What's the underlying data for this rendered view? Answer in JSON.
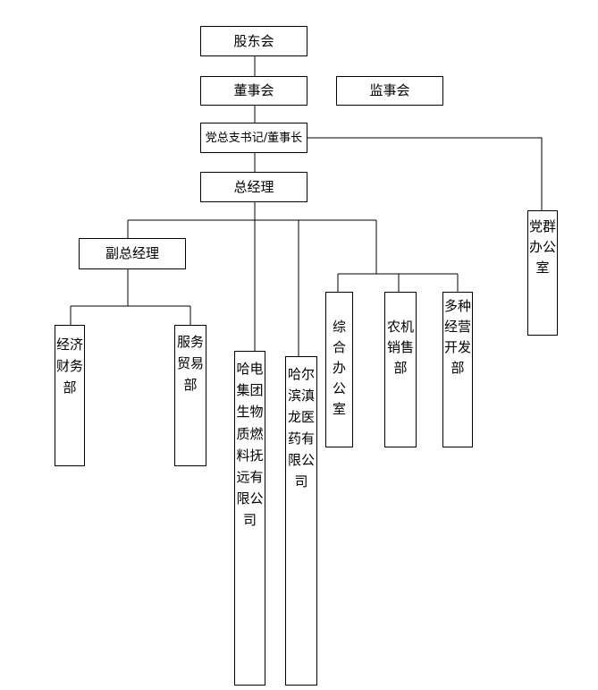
{
  "chart": {
    "shareholders": "股东会",
    "board": "董事会",
    "supervisors": "监事会",
    "party_secretary_chairman": "党总支书记/董事长",
    "general_manager": "总经理",
    "deputy_general_manager": "副总经理",
    "party_mass_office": "党群办公室",
    "finance_dept": "经济财务部",
    "service_trade_dept": "服务贸易部",
    "harbin_electric_biomass": "哈电集团生物质燃料抚远有限公司",
    "harbin_dianlong_pharma": "哈尔滨滇龙医药有限公司",
    "general_office": "综合办公室",
    "farm_machinery_sales": "农机销售部",
    "diversified_business_dept": "多种经营开发部"
  }
}
